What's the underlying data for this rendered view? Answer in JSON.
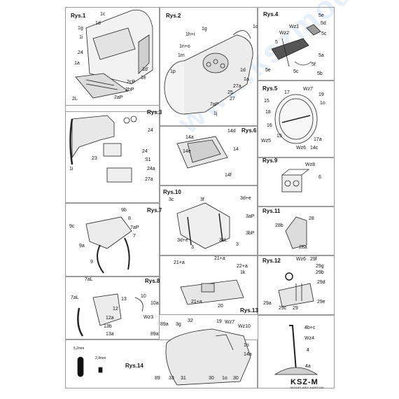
{
  "figures": {
    "rys1": {
      "title": "Rys.1",
      "labels": [
        "1c",
        "1d",
        "1g",
        "1i",
        "24",
        "1a",
        "1d'",
        "1e",
        "2cP",
        "2bP",
        "2L",
        "2aP"
      ]
    },
    "rys2": {
      "title": "Rys.2",
      "labels": [
        "1c",
        "1g",
        "1h+i",
        "1n+o",
        "1m",
        "1p",
        "1d",
        "1a",
        "27a",
        "25",
        "7aP",
        "27",
        "1j"
      ]
    },
    "rys4": {
      "title": "Rys.4",
      "labels": [
        "5e",
        "5d",
        "Wz1",
        "Wz2",
        "5",
        "5c",
        "5a",
        "5f",
        "5e",
        "5c",
        "5b"
      ]
    },
    "rys3": {
      "title": "Rys.3",
      "labels": [
        "24",
        "1i",
        "23",
        "24",
        "S1",
        "24a",
        "27a"
      ]
    },
    "rys6": {
      "title": "Rys.6",
      "labels": [
        "14d",
        "14a",
        "14e",
        "14",
        "14f"
      ]
    },
    "rys5": {
      "title": "Rys.5",
      "labels": [
        "Wz7",
        "17",
        "19",
        "15",
        "1o",
        "18",
        "16",
        "Wz5",
        "15",
        "Wz6",
        "14c",
        "17a"
      ]
    },
    "rys9": {
      "title": "Rys.9",
      "labels": [
        "Wz8",
        "6"
      ]
    },
    "rys10": {
      "title": "Rys.10",
      "labels": [
        "3c",
        "3f",
        "3d+e",
        "3aP",
        "3bP",
        "3d+e",
        "3bL",
        "3",
        "3"
      ]
    },
    "rys7": {
      "title": "Rys.7",
      "labels": [
        "9b",
        "8",
        "9c",
        "7aP",
        "7",
        "9a",
        "9"
      ]
    },
    "rys11": {
      "title": "Rys.11",
      "labels": [
        "28",
        "28b",
        "28a"
      ]
    },
    "rys8": {
      "title": "Rys.8",
      "labels": [
        "7aL",
        "7aL",
        "13",
        "12",
        "10",
        "12a",
        "13b",
        "13a",
        "10a",
        "Wz3"
      ]
    },
    "rys13": {
      "title": "Rys.13",
      "labels": [
        "21+a",
        "21+a",
        "22+a",
        "1k",
        "21+a",
        "20"
      ]
    },
    "rys12": {
      "title": "Rys.12",
      "labels": [
        "Wz6",
        "29f",
        "29g",
        "29b",
        "29d",
        "29a",
        "29c",
        "29",
        "29e"
      ]
    },
    "rys14": {
      "title": "Rys.14",
      "labels": [
        "89a",
        "3g",
        "32",
        "19",
        "Wz7",
        "Wz10",
        "89a",
        "1o",
        "14a",
        "89",
        "33",
        "31",
        "30",
        "1o",
        "30"
      ]
    },
    "rys14_detail": {
      "labels": [
        "5,2mm",
        "2,4mm"
      ]
    },
    "stand": {
      "labels": [
        "4b+c",
        "Wz4",
        "4",
        "4a"
      ]
    }
  },
  "watermark": "www.kszmodelarz.pl",
  "logo": {
    "text": "KSZ-M",
    "sub": "MODELARZ KARTON"
  }
}
